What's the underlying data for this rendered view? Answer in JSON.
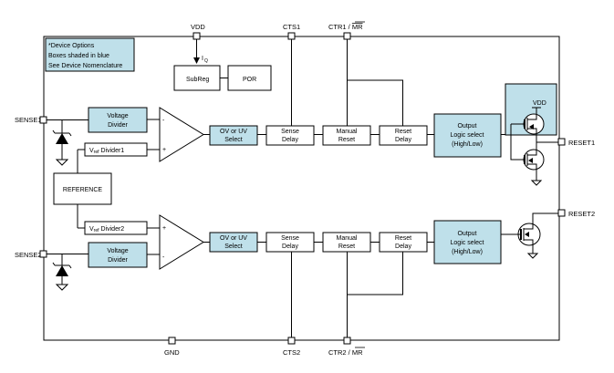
{
  "note": {
    "line1": "*Device Options",
    "line2": "Boxes shaded in blue",
    "line3": "See Device Nomenclature"
  },
  "pins": {
    "vdd": "VDD",
    "cts1": "CTS1",
    "ctr1": "CTR1 / ",
    "ctr1_bar": "MR",
    "sense1": "SENSE1",
    "sense2": "SENSE2",
    "reset1": "RESET1",
    "reset2": "RESET2",
    "gnd": "GND",
    "cts2": "CTS2",
    "ctr2": "CTR2 / ",
    "ctr2_bar": "MR"
  },
  "iq_label": "I",
  "iq_sub": "Q",
  "blocks": {
    "subreg": "SubReg",
    "por": "POR",
    "voltage_divider": [
      "Voltage",
      "Divider"
    ],
    "vref_divider1": "Divider1",
    "vref_divider2": "Divider2",
    "vref_prefix": "V",
    "vref_sub": "ref",
    "reference": "REFERENCE",
    "ov_uv_select": [
      "OV or UV",
      "Select"
    ],
    "sense_delay": [
      "Sense",
      "Delay"
    ],
    "manual_reset": [
      "Manual",
      "Reset"
    ],
    "reset_delay": [
      "Reset",
      "Delay"
    ],
    "output_logic": [
      "Output",
      "Logic select",
      "(High/Low)"
    ],
    "vdd_inner": "VDD"
  },
  "comparator_signs": {
    "minus": "-",
    "plus": "+"
  },
  "colors": {
    "blue_fill": "#bfe0ea",
    "line": "#000000"
  }
}
